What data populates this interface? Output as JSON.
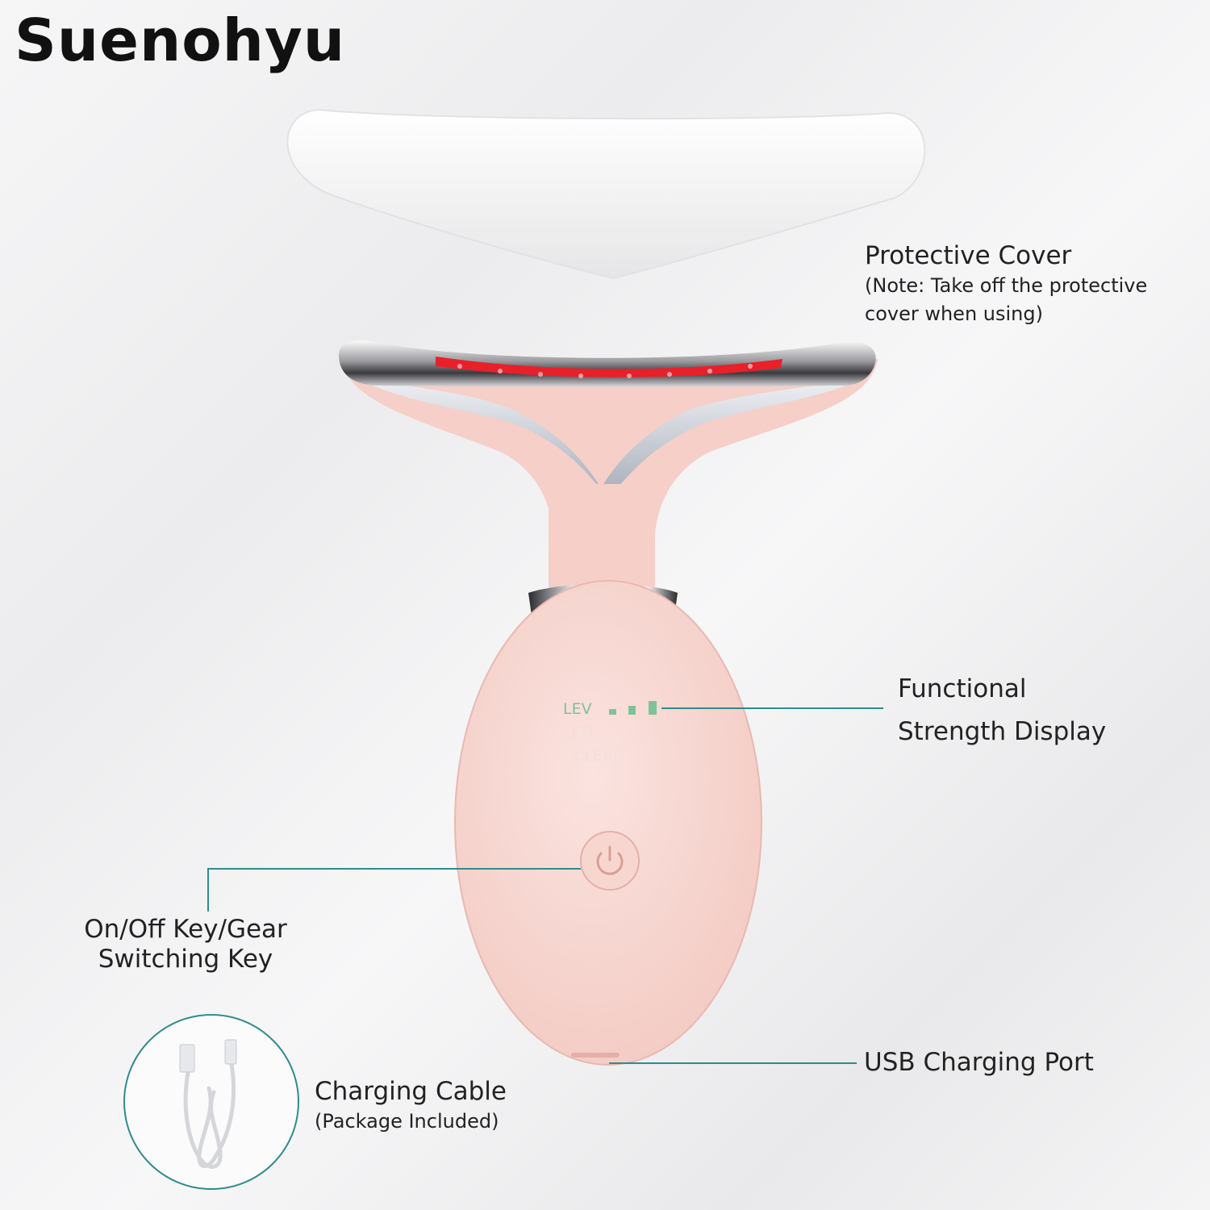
{
  "brand": "Suenohyu",
  "labels": {
    "protective_cover": "Protective Cover",
    "protective_cover_note": "(Note: Take off the protective cover when using)",
    "functional_line1": "Functional",
    "functional_line2": "Strength Display",
    "onoff_line1": "On/Off Key/Gear",
    "onoff_line2": "Switching Key",
    "usb_port": "USB Charging Port",
    "charging_cable": "Charging Cable",
    "charging_cable_note": "(Package Included)"
  },
  "device_display": {
    "lev": "LEV",
    "led": "LED",
    "clean": "CLEAN"
  },
  "colors": {
    "device_pink": "#f6cfc8",
    "led_red": "#e8202a",
    "indicator_green": "#7fc29a",
    "callout_teal": "#2f8c8c"
  },
  "icons": [
    "power-icon",
    "usb-cable-icon"
  ]
}
